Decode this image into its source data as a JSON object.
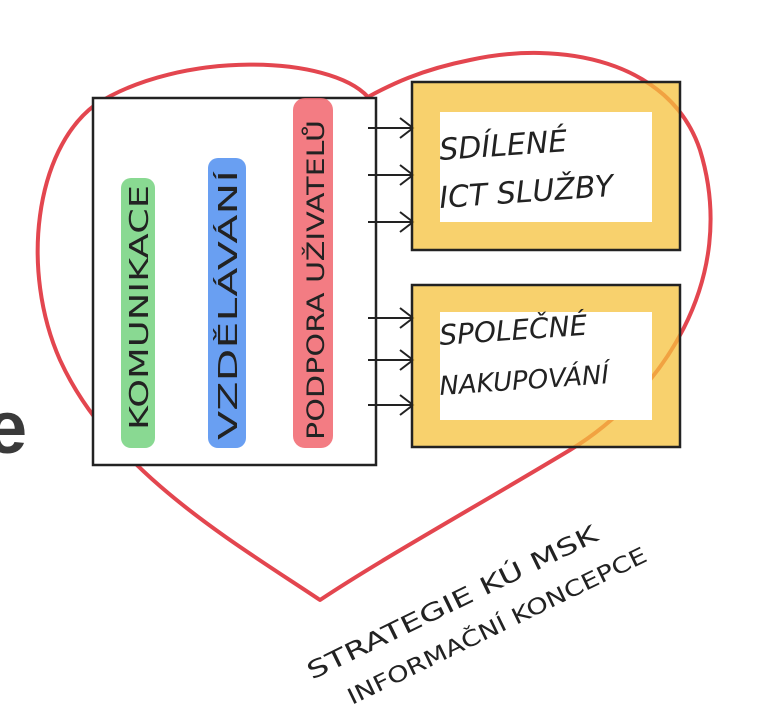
{
  "fragment_text": "e",
  "pillars": [
    {
      "label": "KOMUNIKACE",
      "color": "#74d27f"
    },
    {
      "label": "VZDĚLÁVÁNÍ",
      "color": "#4f8ef0"
    },
    {
      "label": "PODPORA UŽIVATELŮ",
      "color": "#f1656d"
    }
  ],
  "boxes": [
    {
      "line1": "SDÍLENÉ",
      "line2": "ICT SLUŽBY"
    },
    {
      "line1": "SPOLEČNÉ",
      "line2": "NAKUPOVÁNÍ"
    }
  ],
  "caption": {
    "line1": "STRATEGIE KÚ MSK",
    "line2": "INFORMAČNÍ KONCEPCE"
  },
  "colors": {
    "heart": "#e3464f",
    "box_fill": "#f6c13c",
    "ink": "#222222"
  }
}
